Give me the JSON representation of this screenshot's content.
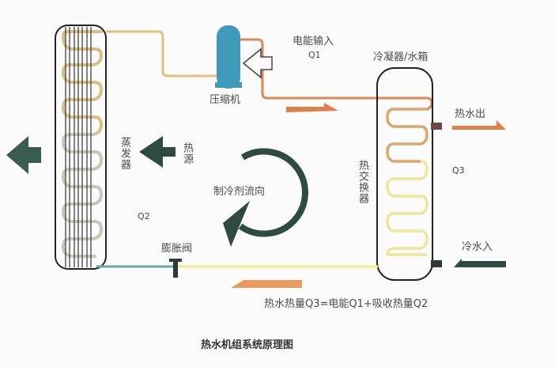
{
  "title": "热水机组系统原理图",
  "labels": {
    "compressor": "压缩机",
    "power_input": "电能输入",
    "q1": "Q1",
    "condenser_tank": "冷凝器/水箱",
    "hot_water_out": "热水出",
    "q3": "Q3",
    "heat_exchanger": "热交换器",
    "cold_water_in": "冷水入",
    "evaporator": "蒸发器",
    "heat_source": "热源",
    "q2": "Q2",
    "refrigerant_flow": "制冷剂流向",
    "expansion_valve": "膨胀阀",
    "formula": "热水热量Q3=电能Q1+吸收热量Q2"
  },
  "colors": {
    "hot_pipe": "#d9a86a",
    "discharge_pipe": "#d98a55",
    "liquid_pipe": "#f0ef8a",
    "cold_pipe": "#6aa6a0",
    "hot_arrow": "#e07f47",
    "dark_arrow": "#2f4a42",
    "compressor": "#3e9ab8",
    "outline": "#222222"
  }
}
